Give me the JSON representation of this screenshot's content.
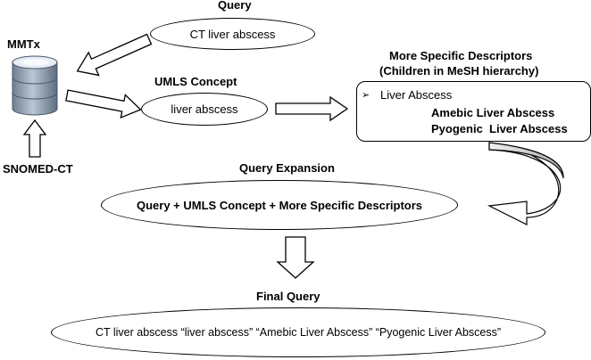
{
  "labels": {
    "query": "Query",
    "mmtx": "MMTx",
    "umls_concept": "UMLS Concept",
    "more_specific_line1": "More Specific Descriptors",
    "more_specific_line2": "(Children in MeSH hierarchy)",
    "snomed": "SNOMED-CT",
    "query_expansion": "Query Expansion",
    "final_query": "Final Query"
  },
  "nodes": {
    "query_text": "CT liver abscess",
    "concept_text": "liver abscess",
    "expansion_text": "Query + UMLS Concept + More Specific Descriptors",
    "final_text": "CT liver abscess “liver abscess” “Amebic Liver Abscess” “Pyogenic  Liver Abscess”"
  },
  "descriptors": {
    "bullet": "➢",
    "parent": "Liver Abscess",
    "children": [
      "Amebic Liver Abscess",
      "Pyogenic  Liver Abscess"
    ]
  },
  "icons": {
    "database": "database-icon",
    "arrow": "block-arrow-icon",
    "curved_arrow": "curved-arrow-icon"
  },
  "colors": {
    "db_top": "#e8eef5",
    "db_body": "#8a99ab",
    "arrow_fill": "#ffffff",
    "curved_arrow_fill": "#bdbdbd"
  }
}
